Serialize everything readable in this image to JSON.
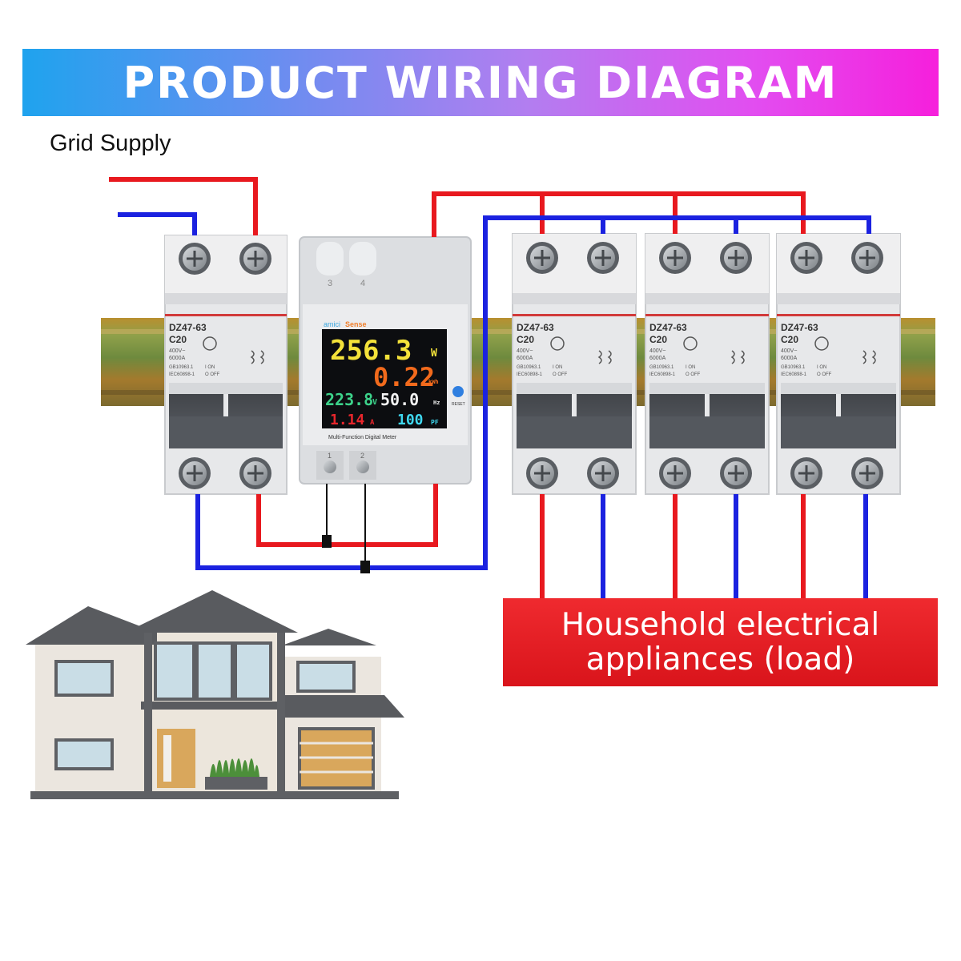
{
  "banner": {
    "title": "PRODUCT WIRING DIAGRAM"
  },
  "grid_supply": "Grid Supply",
  "main_breaker": {
    "model": "DZ47-63",
    "rating": "C20",
    "voltage": "400V~",
    "capacity": "6000A",
    "std_1": "GB10963.1",
    "std_2": "IEC60898-1",
    "on_mark": "I ON",
    "off_mark": "O OFF"
  },
  "meter": {
    "brand_a": "amici",
    "brand_b": "Sense",
    "power": "256.3",
    "power_unit": "W",
    "energy": "0.22",
    "energy_unit": "kWh",
    "voltage": "223.8",
    "voltage_unit": "V",
    "frequency": "50.0",
    "frequency_unit": "Hz",
    "current": "1.14",
    "current_unit": "A",
    "power_factor": "100",
    "power_factor_unit": "PF",
    "label": "Multi-Function Digital Meter",
    "reset": "RESET",
    "terminal_top_left": "3",
    "terminal_top_right": "4",
    "terminal_bottom_left": "1",
    "terminal_bottom_right": "2"
  },
  "load_breakers": [
    {
      "model": "DZ47-63",
      "rating": "C20",
      "voltage": "400V~",
      "capacity": "6000A",
      "std_1": "GB10963.1",
      "std_2": "IEC60898-1",
      "on_mark": "I ON",
      "off_mark": "O OFF"
    },
    {
      "model": "DZ47-63",
      "rating": "C20",
      "voltage": "400V~",
      "capacity": "6000A",
      "std_1": "GB10963.1",
      "std_2": "IEC60898-1",
      "on_mark": "I ON",
      "off_mark": "O OFF"
    },
    {
      "model": "DZ47-63",
      "rating": "C20",
      "voltage": "400V~",
      "capacity": "6000A",
      "std_1": "GB10963.1",
      "std_2": "IEC60898-1",
      "on_mark": "I ON",
      "off_mark": "O OFF"
    }
  ],
  "load": {
    "line_1": "Household electrical",
    "line_2": "appliances (load)"
  },
  "colors": {
    "live_wire": "#e8191f",
    "neutral_wire": "#1b22e0",
    "banner_start": "#1fa3ee",
    "banner_end": "#f61fdc",
    "load_box": "#e01b22",
    "meter_yellow": "#f4e23a",
    "meter_orange": "#f26a1c",
    "meter_green": "#3cd28a",
    "meter_white": "#f2f2f2",
    "meter_red": "#e8262c",
    "meter_cyan": "#3fd8f0"
  },
  "icons": {
    "house": "house-icon",
    "terminal_screw": "screw-icon",
    "reset_button": "reset-button-icon"
  }
}
